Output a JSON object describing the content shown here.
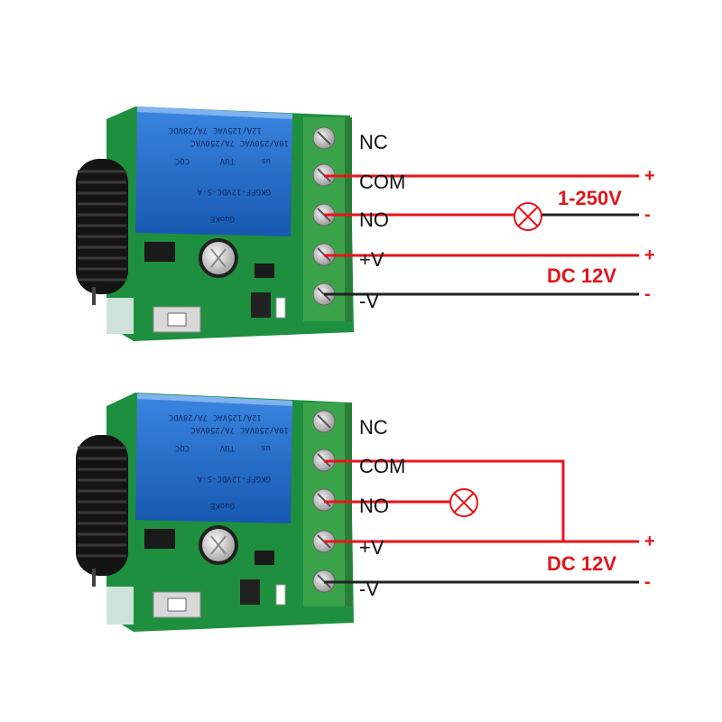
{
  "colors": {
    "wire_red": "#e8141b",
    "wire_black": "#222222",
    "board_green": "#1e8f3e",
    "terminal_green": "#3aa34a",
    "relay_blue": "#1f6fd1"
  },
  "relay_markings": {
    "line1": "12A/125VAC",
    "line2": "10A/250VAC",
    "line3": "7A/28VDC",
    "line4": "7A/250VAC",
    "line5": "GKGFF-12VDC-S-A",
    "brand": "GuoKE",
    "tuv": "TUV",
    "cqc": "CQC",
    "ul": "us"
  },
  "diagrams": [
    {
      "terminals": [
        "NC",
        "COM",
        "NO",
        "+V",
        "-V"
      ],
      "supply_label": "1-250V",
      "supply_plus": "+",
      "supply_minus": "-",
      "dc_label": "DC 12V",
      "dc_plus": "+",
      "dc_minus": "-"
    },
    {
      "terminals": [
        "NC",
        "COM",
        "NO",
        "+V",
        "-V"
      ],
      "dc_label": "DC 12V",
      "dc_plus": "+",
      "dc_minus": "-"
    }
  ]
}
